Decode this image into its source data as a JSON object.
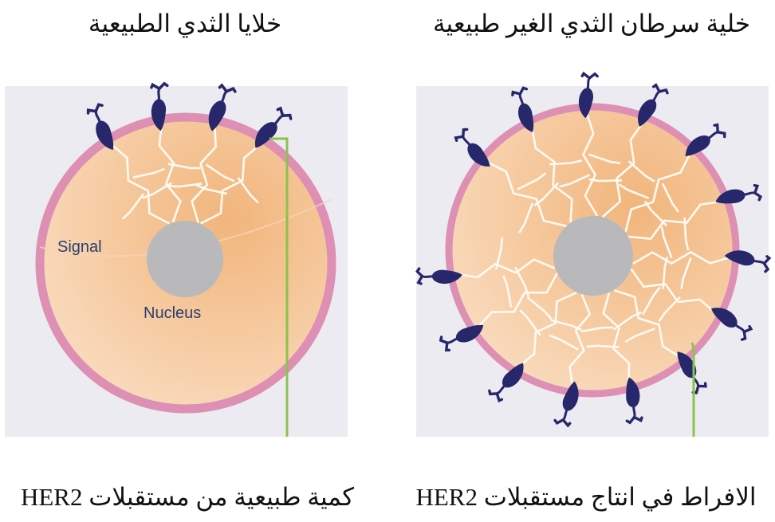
{
  "titles": {
    "normal_cell": "خلايا الثدي الطبيعية",
    "cancer_cell": "خلية سرطان الثدي الغير طبيعية"
  },
  "labels": {
    "signal": "Signal",
    "nucleus": "Nucleus"
  },
  "captions": {
    "normal_amount": "كمية طبيعية من مستقبلات HER2",
    "overproduction": "الافراط في انتاج مستقبلات HER2"
  },
  "counts": {
    "normal_receptors": 4,
    "cancer_receptors": 14
  },
  "colors": {
    "panel_bg": "#ecebf1",
    "membrane": "#dd8fb4",
    "cytoplasm": "#f5c99d",
    "nucleus": "#b9b9bb",
    "receptor": "#27276b",
    "pointer_line": "#8bc34a",
    "signal_lines": "#fffaf2"
  }
}
